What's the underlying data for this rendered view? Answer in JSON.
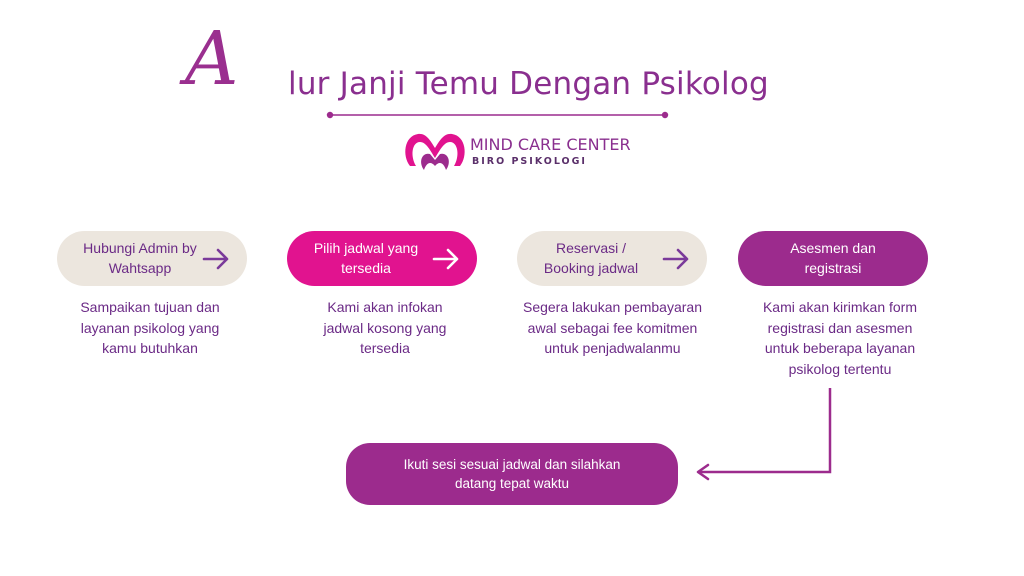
{
  "header": {
    "title_initial": "A",
    "title_rest": "lur Janji Temu Dengan Psikolog"
  },
  "logo": {
    "name": "MIND CARE CENTER",
    "subtitle": "BIRO PSIKOLOGI"
  },
  "steps": [
    {
      "label": "Hubungi Admin by\nWahtsapp",
      "description": "Sampaikan tujuan dan\nlayanan psikolog yang\nkamu butuhkan",
      "has_arrow": true,
      "fill": "#ece6de"
    },
    {
      "label": "Pilih jadwal yang\ntersedia",
      "description": "Kami akan infokan\njadwal kosong yang\ntersedia",
      "has_arrow": true,
      "fill": "#e1138f"
    },
    {
      "label": "Reservasi /\nBooking jadwal",
      "description": "Segera lakukan pembayaran\nawal sebagai fee komitmen\nuntuk penjadwalanmu",
      "has_arrow": true,
      "fill": "#ece6de"
    },
    {
      "label": "Asesmen dan\nregistrasi",
      "description": "Kami akan kirimkan form\nregistrasi dan asesmen\nuntuk beberapa layanan\npsikolog tertentu",
      "has_arrow": false,
      "fill": "#9c2b8d"
    }
  ],
  "final_step": {
    "label": "Ikuti sesi sesuai jadwal dan silahkan\ndatang tepat waktu"
  },
  "colors": {
    "accent": "#9c2b8d",
    "magenta": "#e1138f",
    "beige": "#ece6de",
    "text": "#6b2a86"
  },
  "icons": {
    "step_arrow": "arrow-right-icon",
    "connector": "elbow-arrow-left-icon",
    "divider": "ornament-divider"
  }
}
